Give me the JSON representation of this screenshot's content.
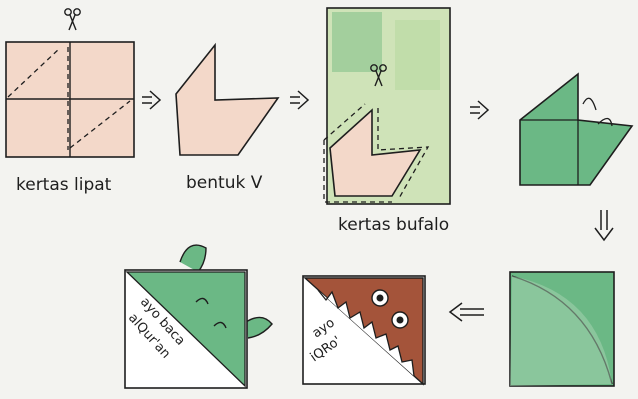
{
  "steps": {
    "step1_label": "kertas lipat",
    "step2_label": "bentuk V",
    "step3_label": "kertas bufalo",
    "step7_text_line1": "ayo baca",
    "step7_text_line2": "alQur'an",
    "step6_text_line1": "ayo",
    "step6_text_line2": "iQRo'"
  },
  "icons": [
    "scissors-icon",
    "scissors-icon",
    "arrow-right-icon",
    "arrow-right-icon",
    "arrow-right-icon",
    "arrow-down-icon",
    "arrow-left-icon",
    "rotate-arrow-icon"
  ],
  "colors": {
    "paper_pink": "#f3d8c9",
    "green_light": "#cfe3b8",
    "green_dark": "#3f9a63",
    "green_mid": "#6bb885",
    "brown": "#a4543a",
    "ink": "#1e1e1e",
    "background": "#f3f3f0"
  }
}
